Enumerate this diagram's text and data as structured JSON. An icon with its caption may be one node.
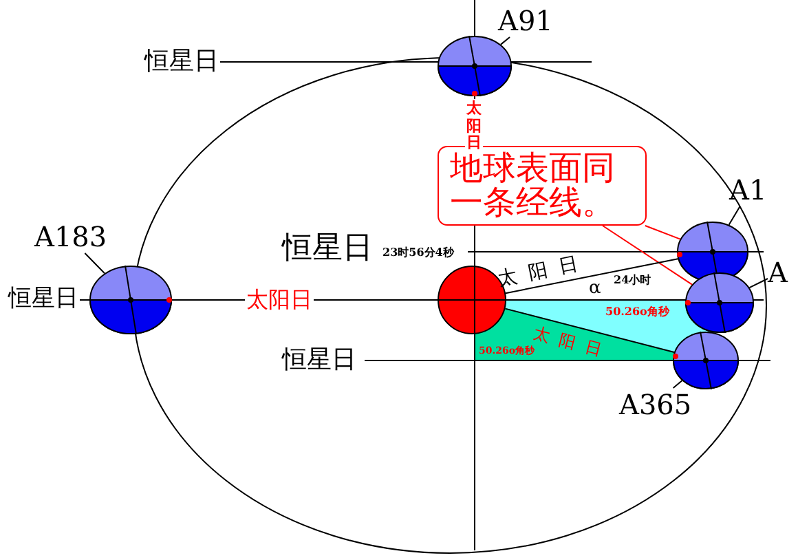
{
  "diagram": {
    "nodes": [
      {
        "text": [],
        "shape": "circle"
      },
      {
        "text": [],
        "shape": "circle"
      },
      {
        "text": [],
        "shape": "circle"
      },
      {
        "text": [],
        "shape": "circle"
      },
      {
        "text": [],
        "shape": "circle"
      },
      {
        "text": [],
        "shape": "circle"
      },
      {
        "text": [
          "A91"
        ]
      },
      {
        "text": [
          "A183"
        ]
      },
      {
        "text": [
          "A1"
        ]
      },
      {
        "text": [
          "A"
        ]
      },
      {
        "text": [
          "A365"
        ]
      },
      {
        "text": [
          "地球表面同一条经线。"
        ]
      }
    ],
    "edges": [
      {
        "from": 6,
        "to": 1,
        "arrow": "none"
      },
      {
        "from": 7,
        "to": 2,
        "arrow": "none"
      },
      {
        "from": 8,
        "to": 3,
        "arrow": "none"
      },
      {
        "from": 9,
        "to": 4,
        "arrow": "none"
      },
      {
        "from": 10,
        "to": 5,
        "arrow": "none"
      },
      {
        "from": 11,
        "to": 3,
        "arrow": "none",
        "color": "#ff0000"
      },
      {
        "from": 11,
        "to": 4,
        "arrow": "none",
        "color": "#ff0000"
      },
      {
        "from": 0,
        "to": 3,
        "arrow": "none",
        "label": "太阳日"
      },
      {
        "from": 0,
        "to": 5,
        "arrow": "none",
        "label": "太阳日"
      }
    ],
    "labels": [
      "恒星日",
      "太阳日",
      "恒星日",
      "23时56分4秒",
      "恒星日",
      "太阳日",
      "α",
      "24小时",
      "50.26o角秒",
      "50.26o角秒",
      "恒星日"
    ]
  }
}
